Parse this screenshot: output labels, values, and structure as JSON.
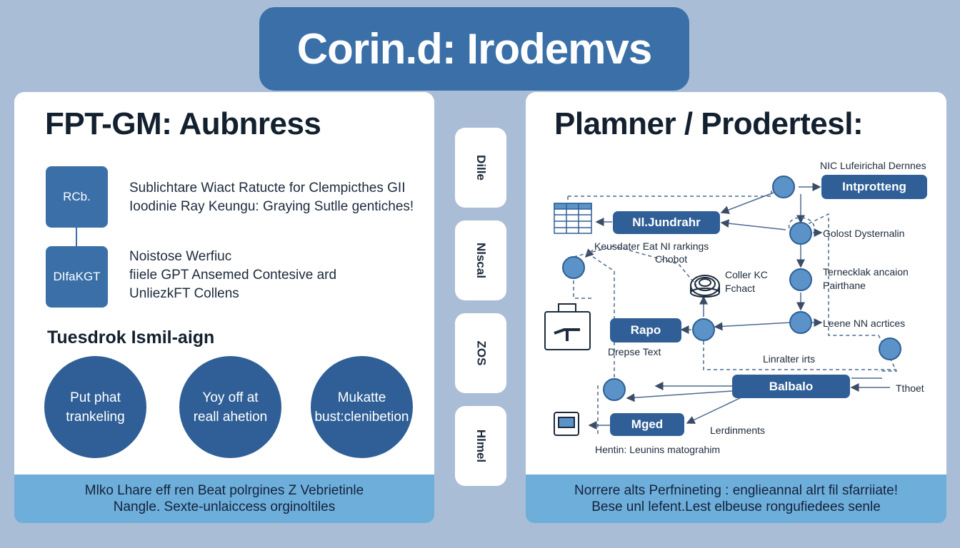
{
  "header": {
    "title": "Corin.d: Irodemvs"
  },
  "left_panel": {
    "title": "FPT-GM: Aubnress",
    "steps": [
      {
        "box": "RCb.",
        "lines": [
          "Sublichtare Wiact Ratucte for Clempicthes GII",
          "Ioodinie Ray Keungu: Graying Sutlle gentiches!"
        ]
      },
      {
        "box": "DIfaKGT",
        "lines": [
          "Noistose Werfiuc",
          "fiiele GPT Ansemed Contesive ard",
          "UnliezkFT Collens"
        ]
      }
    ],
    "subheading": "Tuesdrok Ismil-aign",
    "circles": [
      {
        "line1": "Put phat",
        "line2": "trankeling"
      },
      {
        "line1": "Yoy off at",
        "line2": "reall ahetion"
      },
      {
        "line1": "Mukatte",
        "line2": "bust:clenibetion"
      }
    ],
    "footer": [
      "Mlko Lhare eff ren Beat polrgines Z Vebrietinle",
      "Nangle. Sexte-unlaiccess orginoltiles"
    ]
  },
  "middle_tabs": [
    "Dille",
    "Nlscal",
    "ZOS",
    "Hlmel"
  ],
  "right_panel": {
    "title": "Plamner / Prodertesl:",
    "nodes": {
      "top_label": "NIC Lufeirichal Dernnes",
      "intprotteng": "Intprotteng",
      "nlundrahr": "Nl.Jundrahr",
      "keusdater": "Keusdater Eat NI rarkings",
      "chobot": "Chobot",
      "golost": "Golost Dysternalin",
      "coller_1": "Coller KC",
      "coller_2": "Fchact",
      "ternecklak_1": "Ternecklak ancaion",
      "ternecklak_2": "Pairthane",
      "rapo": "Rapo",
      "drepse": "Drepse Text",
      "leene": "Leene NN acrtices",
      "linralter": "Linralter irts",
      "balbalo": "Balbalo",
      "tthoet": "Tthoet",
      "mged": "Mged",
      "lerdinments": "Lerdinments",
      "hentin": "Hentin: Leunins matograhim"
    },
    "footer": [
      "Norrere alts Perfnineting : englieannal alrt fil sfarriiate!",
      "Bese unl lefent.Lest elbeuse rongufiedees senle"
    ]
  },
  "colors": {
    "accent": "#3a6fa8",
    "dark": "#2f5f96",
    "node": "#5b93c9",
    "footer": "#6eaedb",
    "background": "#a9bdd6"
  }
}
